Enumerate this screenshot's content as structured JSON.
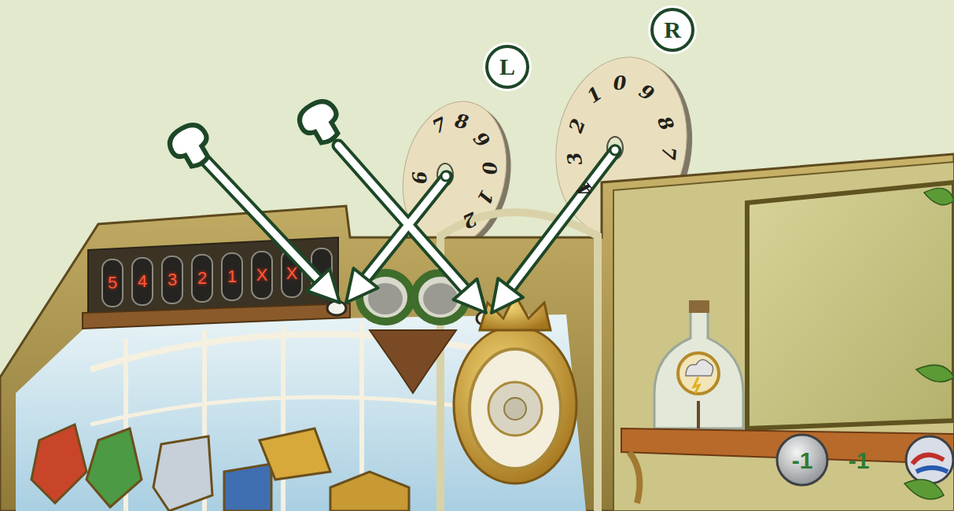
{
  "diagram": {
    "nodes": [
      {
        "text": [
          "L"
        ]
      },
      {
        "text": [
          "R"
        ]
      }
    ],
    "labels": [
      "7",
      "8",
      "9",
      "6",
      "0",
      "1",
      "2",
      "1",
      "0",
      "9",
      "8",
      "2",
      "7",
      "3",
      "4",
      "5",
      "4",
      "3",
      "2",
      "1",
      "X",
      "X",
      "-1",
      "-1"
    ]
  }
}
